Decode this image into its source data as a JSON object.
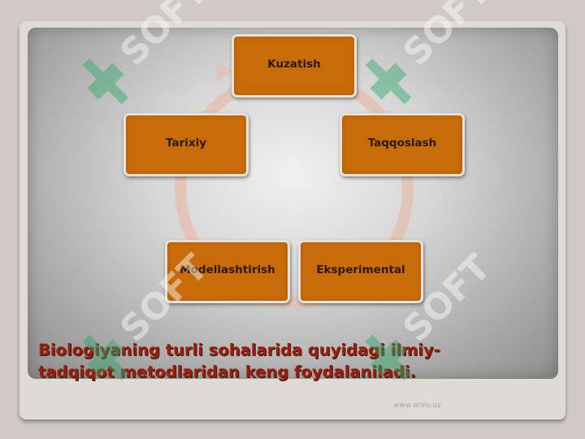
{
  "diagram": {
    "nodes": [
      {
        "id": "kuzatish",
        "label": "Kuzatish"
      },
      {
        "id": "taqqoslash",
        "label": "Taqqoslash"
      },
      {
        "id": "eksperimental",
        "label": "Eksperimental"
      },
      {
        "id": "modellashtirish",
        "label": "Modellashtirish"
      },
      {
        "id": "tarixiy",
        "label": "Tarixiy"
      }
    ],
    "edges": [
      {
        "from": "kuzatish",
        "to": "taqqoslash"
      },
      {
        "from": "taqqoslash",
        "to": "eksperimental"
      },
      {
        "from": "eksperimental",
        "to": "modellashtirish"
      },
      {
        "from": "modellashtirish",
        "to": "tarixiy"
      },
      {
        "from": "tarixiy",
        "to": "kuzatish"
      }
    ]
  },
  "caption": {
    "line1": "Biologiyaning turli sohalarida quyidagi ilmiy-",
    "line2": "tadqiqot metodlaridan keng foydalaniladi."
  },
  "footer": {
    "url": "www.arxiv.uz"
  },
  "watermark": {
    "text": "SOFT"
  },
  "colors": {
    "node_fill": "#c86b0a",
    "caption": "#9a1e0e",
    "ring": "#e3c1b2",
    "watermark": "#2fa86a"
  }
}
